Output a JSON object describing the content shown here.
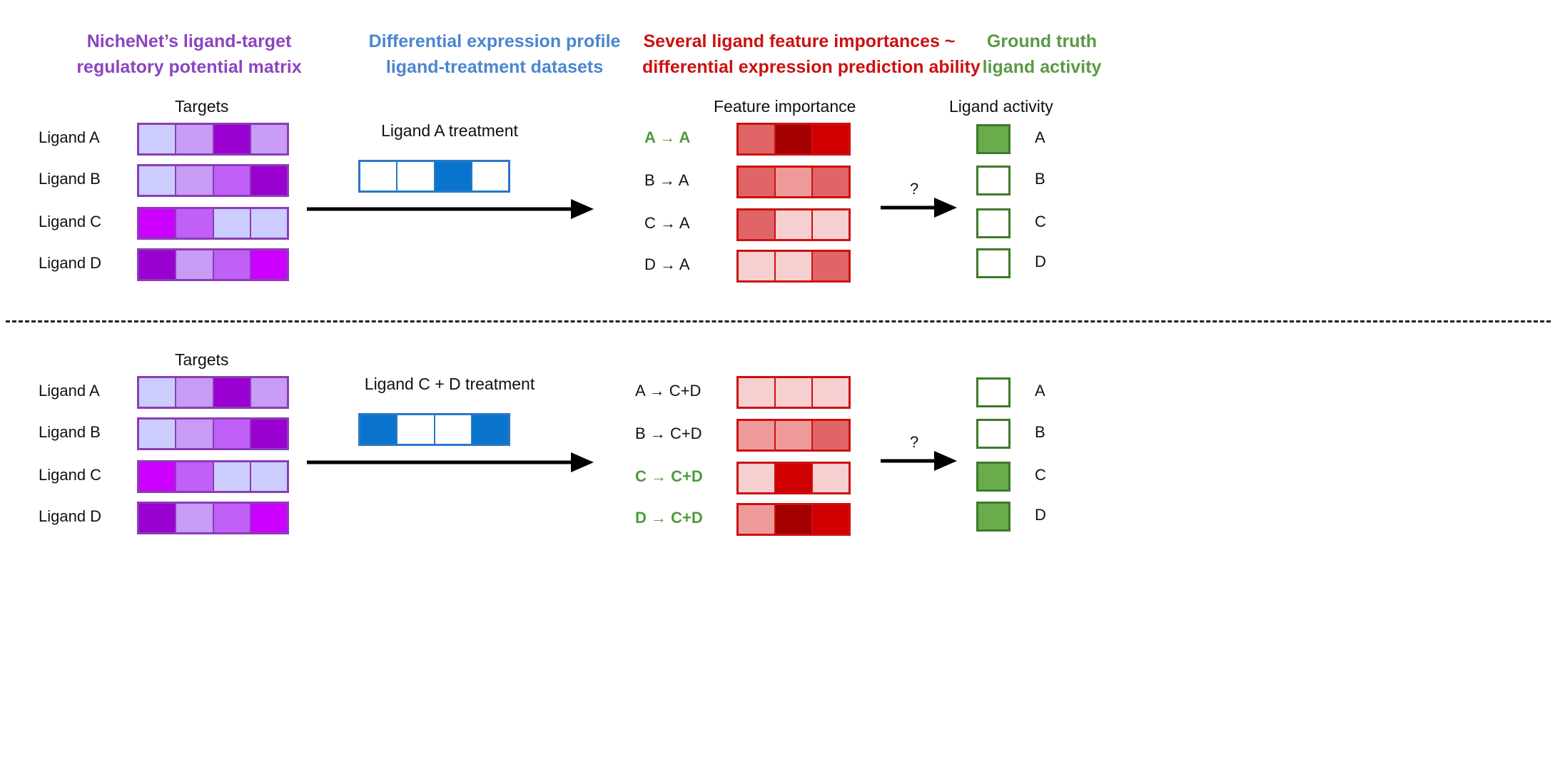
{
  "headers": {
    "matrix": {
      "line1": "NicheNet’s ligand-target",
      "line2": "regulatory potential matrix",
      "color": "#8b45c0"
    },
    "de": {
      "line1": "Differential expression profile",
      "line2": "ligand-treatment datasets",
      "color": "#4a86d0"
    },
    "fi": {
      "line1": "Several ligand feature importances ~",
      "line2": "differential expression prediction ability",
      "color": "#cc1111"
    },
    "gt": {
      "line1": "Ground truth",
      "line2": "ligand activity",
      "color": "#5a9a44"
    }
  },
  "colors": {
    "purple_very_light": "#ccccff",
    "purple_light": "#c89bf5",
    "purple_mid": "#c060f7",
    "purple_dark": "#9a00d0",
    "magenta": "#cc00ff",
    "blue_fill": "#0a74cc",
    "red_very_light": "#f6cfd0",
    "red_light": "#ee9a9b",
    "red_mid": "#e06566",
    "red_strong": "#d10000",
    "red_dark": "#a40000",
    "green_fill": "#6aac4b"
  },
  "panels": [
    {
      "targets_title": "Targets",
      "ligands": [
        {
          "label": "Ligand A",
          "cells": [
            "purple_very_light",
            "purple_light",
            "purple_dark",
            "purple_light"
          ]
        },
        {
          "label": "Ligand B",
          "cells": [
            "purple_very_light",
            "purple_light",
            "purple_mid",
            "purple_dark"
          ]
        },
        {
          "label": "Ligand C",
          "cells": [
            "magenta",
            "purple_mid",
            "purple_very_light",
            "purple_very_light"
          ]
        },
        {
          "label": "Ligand D",
          "cells": [
            "purple_dark",
            "purple_light",
            "purple_mid",
            "magenta"
          ]
        }
      ],
      "treatment_label": "Ligand A treatment",
      "treatment_cells": [
        "white",
        "white",
        "blue_fill",
        "white"
      ],
      "fi_title": "Feature importance",
      "pairs": [
        {
          "from": "A",
          "arrow": "→",
          "to": "A",
          "highlight": true,
          "cells": [
            "red_mid",
            "red_dark",
            "red_strong"
          ]
        },
        {
          "from": "B",
          "arrow": "→",
          "to": "A",
          "highlight": false,
          "cells": [
            "red_mid",
            "red_light",
            "red_mid"
          ]
        },
        {
          "from": "C",
          "arrow": "→",
          "to": "A",
          "highlight": false,
          "cells": [
            "red_mid",
            "red_very_light",
            "red_very_light"
          ]
        },
        {
          "from": "D",
          "arrow": "→",
          "to": "A",
          "highlight": false,
          "cells": [
            "red_very_light",
            "red_very_light",
            "red_mid"
          ]
        }
      ],
      "question": "?",
      "activity_title": "Ligand activity",
      "activity": [
        {
          "label": "A",
          "active": true
        },
        {
          "label": "B",
          "active": false
        },
        {
          "label": "C",
          "active": false
        },
        {
          "label": "D",
          "active": false
        }
      ]
    },
    {
      "targets_title": "Targets",
      "ligands": [
        {
          "label": "Ligand A",
          "cells": [
            "purple_very_light",
            "purple_light",
            "purple_dark",
            "purple_light"
          ]
        },
        {
          "label": "Ligand B",
          "cells": [
            "purple_very_light",
            "purple_light",
            "purple_mid",
            "purple_dark"
          ]
        },
        {
          "label": "Ligand C",
          "cells": [
            "magenta",
            "purple_mid",
            "purple_very_light",
            "purple_very_light"
          ]
        },
        {
          "label": "Ligand D",
          "cells": [
            "purple_dark",
            "purple_light",
            "purple_mid",
            "magenta"
          ]
        }
      ],
      "treatment_label": "Ligand C + D treatment",
      "treatment_cells": [
        "blue_fill",
        "white",
        "white",
        "blue_fill"
      ],
      "fi_title": "",
      "pairs": [
        {
          "from": "A",
          "arrow": "→",
          "to": "C+D",
          "highlight": false,
          "cells": [
            "red_very_light",
            "red_very_light",
            "red_very_light"
          ]
        },
        {
          "from": "B",
          "arrow": "→",
          "to": "C+D",
          "highlight": false,
          "cells": [
            "red_light",
            "red_light",
            "red_mid"
          ]
        },
        {
          "from": "C",
          "arrow": "→",
          "to": "C+D",
          "highlight": true,
          "cells": [
            "red_very_light",
            "red_strong",
            "red_very_light"
          ]
        },
        {
          "from": "D",
          "arrow": "→",
          "to": "C+D",
          "highlight": true,
          "cells": [
            "red_light",
            "red_dark",
            "red_strong"
          ]
        }
      ],
      "question": "?",
      "activity_title": "",
      "activity": [
        {
          "label": "A",
          "active": false
        },
        {
          "label": "B",
          "active": false
        },
        {
          "label": "C",
          "active": true
        },
        {
          "label": "D",
          "active": true
        }
      ]
    }
  ]
}
